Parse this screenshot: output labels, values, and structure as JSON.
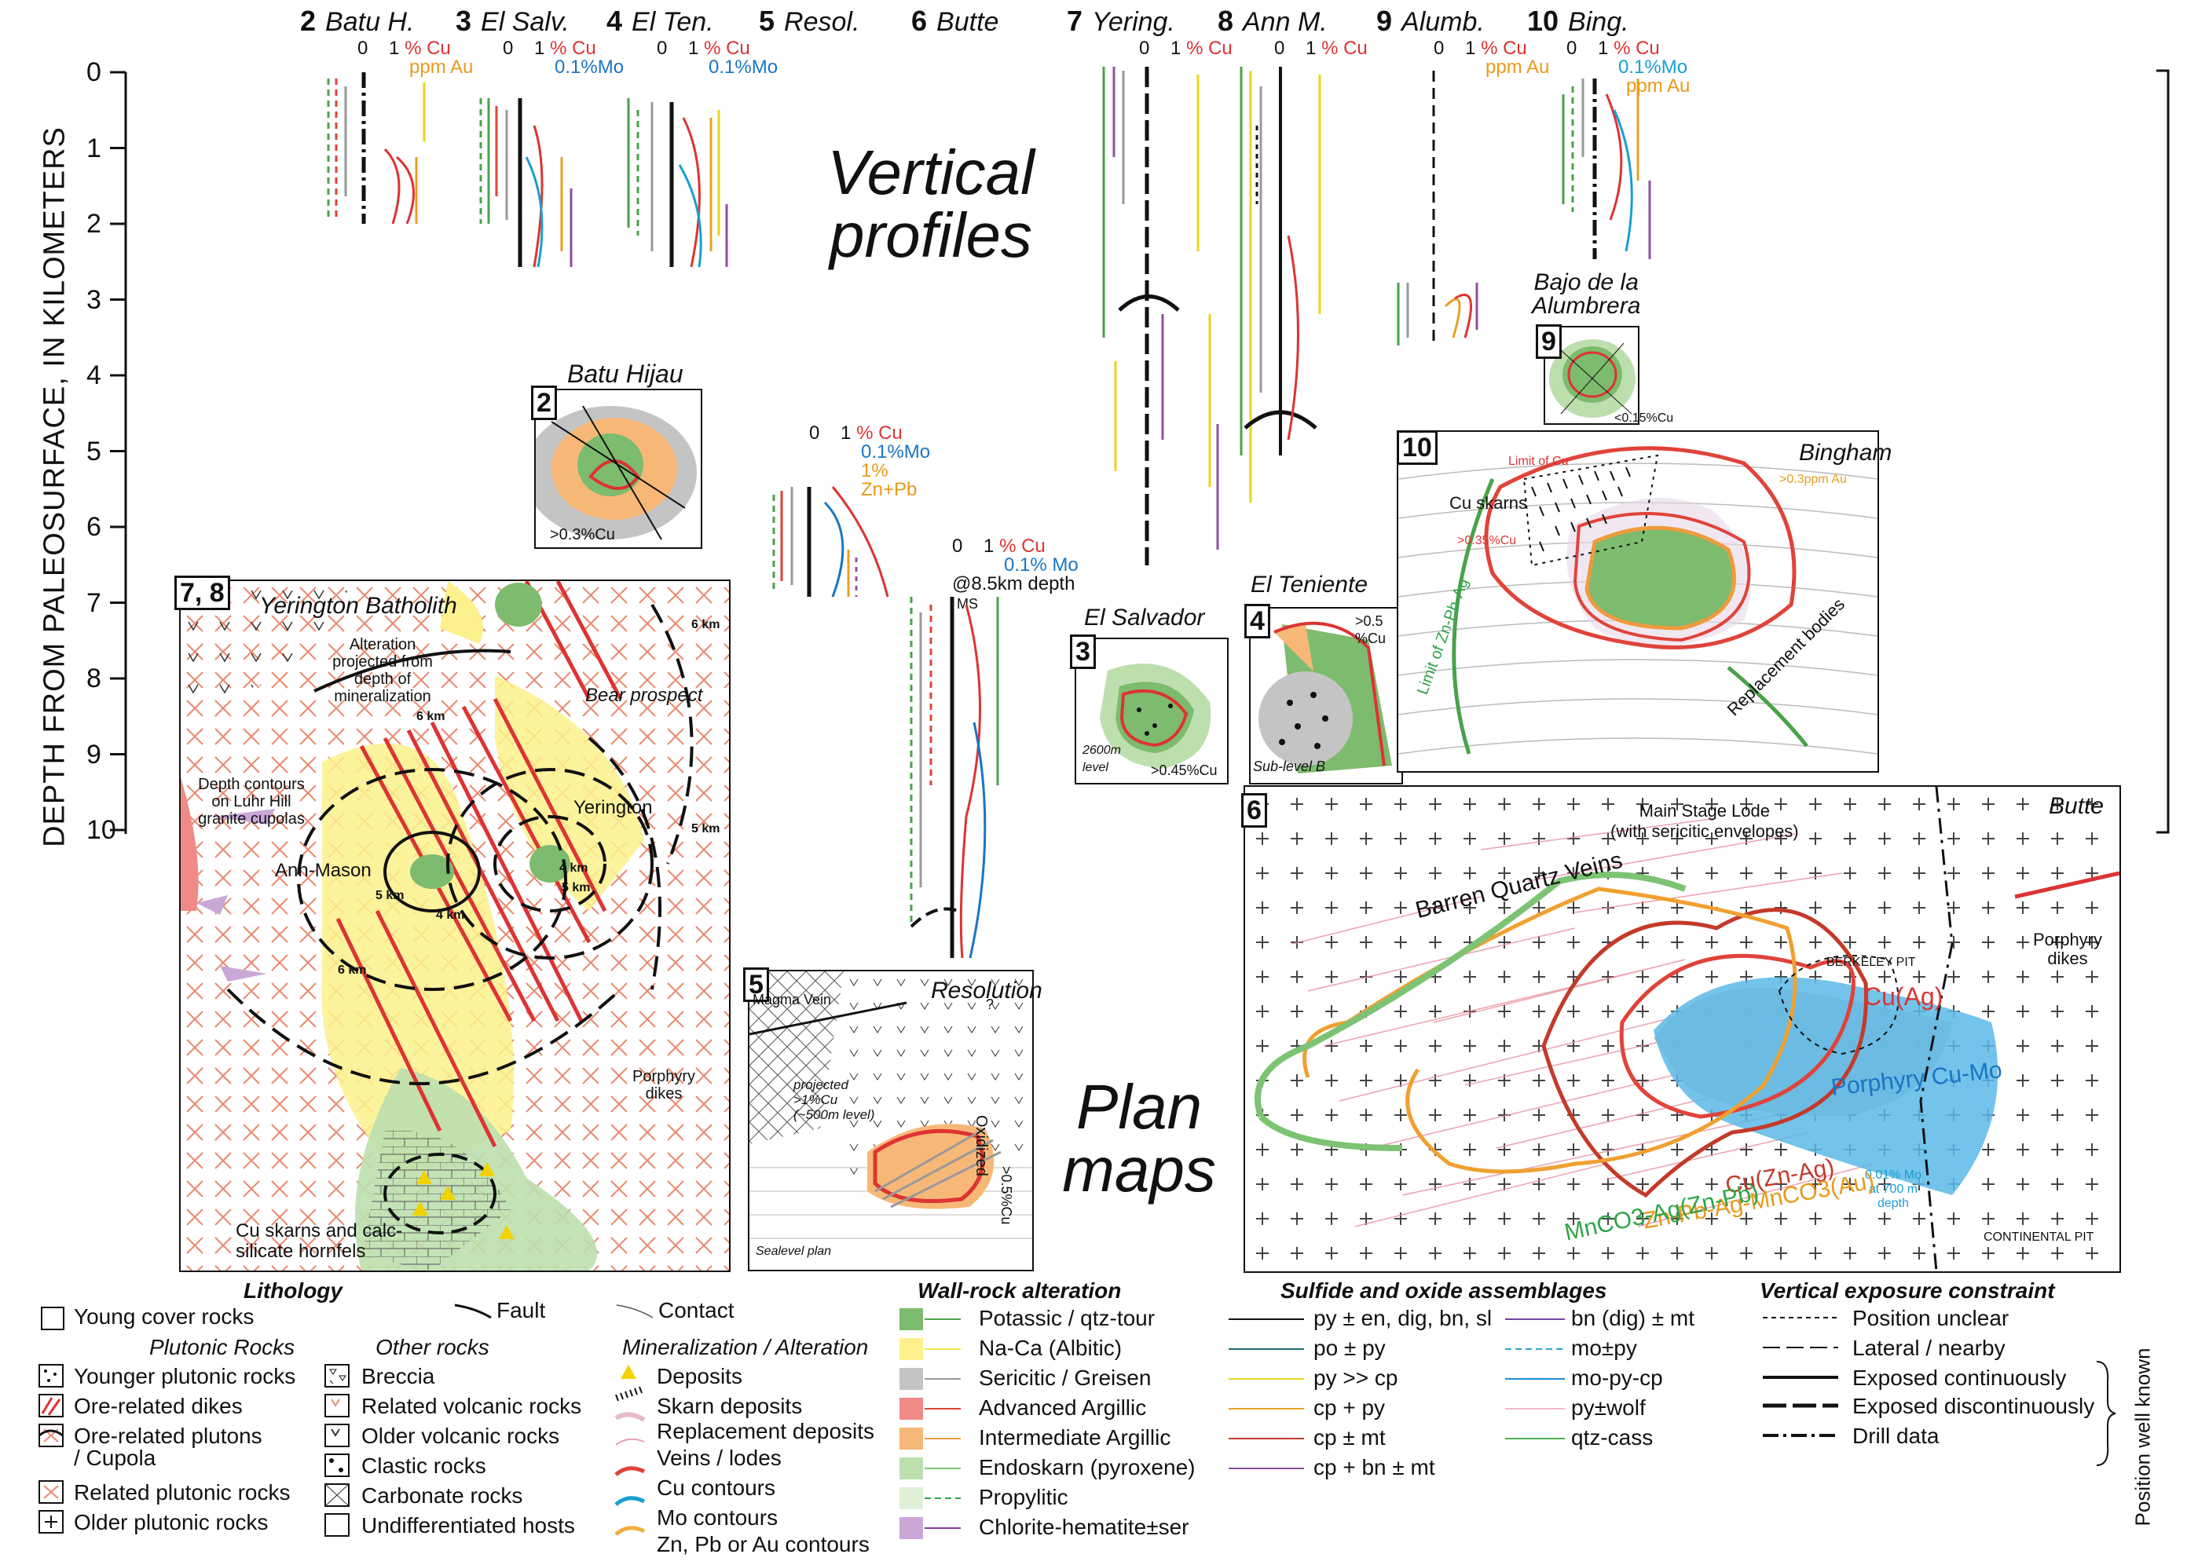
{
  "y_axis": {
    "label": "DEPTH FROM PALEOSURFACE, IN KILOMETERS",
    "ticks": [
      "0",
      "1",
      "2",
      "3",
      "4",
      "5",
      "6",
      "7",
      "8",
      "9",
      "10"
    ]
  },
  "titles": {
    "vertical_1": "Vertical",
    "vertical_2": "profiles",
    "plan_1": "Plan",
    "plan_2": "maps"
  },
  "profiles": [
    {
      "num": "2",
      "name": "Batu H."
    },
    {
      "num": "3",
      "name": "El Salv."
    },
    {
      "num": "4",
      "name": "El Ten."
    },
    {
      "num": "5",
      "name": "Resol."
    },
    {
      "num": "6",
      "name": "Butte"
    },
    {
      "num": "7",
      "name": "Yering."
    },
    {
      "num": "8",
      "name": "Ann M."
    },
    {
      "num": "9",
      "name": "Alumb."
    },
    {
      "num": "10",
      "name": "Bing."
    }
  ],
  "scales": {
    "zero": "0",
    "one": "1",
    "cu": "% Cu",
    "au": "ppm Au",
    "mo": "0.1%Mo",
    "mo_sp": "0.1% Mo",
    "znpb": "Zn+Pb",
    "one_pct": "1%",
    "depth_note": "@8.5km depth",
    "au_sp": "ppm Au",
    "ms": "MS"
  },
  "panels": {
    "batu": {
      "num": "2",
      "title": "Batu Hijau",
      "n1": ">0.3%Cu"
    },
    "yer": {
      "num": "7, 8",
      "title": "Yerington Batholith",
      "n1": "Alteration projected from depth of mineralization",
      "n2": "Bear prospect",
      "n3": "Depth contours on Luhr Hill granite cupolas",
      "n4": "Yerington",
      "n5": "Ann-Mason",
      "n6": "Porphyry dikes",
      "n7": "Cu skarns and calc-silicate  hornfels",
      "k1": "6 km",
      "k2": "5 km",
      "k3": "4 km",
      "k4": "6 km",
      "k5": "5 km",
      "k6": "4 km",
      "k7": "5 km",
      "k8": "6 km"
    },
    "salv": {
      "num": "3",
      "title": "El Salvador",
      "n1": "2600m level",
      "n2": ">0.45%Cu"
    },
    "ten": {
      "num": "4",
      "title": "El Teniente",
      "n1": ">0.5 %Cu",
      "n2": "Sub-level B"
    },
    "alum": {
      "num": "9",
      "title1": "Bajo de la",
      "title2": "Alumbrera",
      "n1": "<0.15%Cu"
    },
    "bing": {
      "num": "10",
      "title": "Bingham",
      "n1": "Limit of Cu",
      "n2": ">0.3ppm Au",
      "n3": "Cu skarns",
      "n4": ">0.35%Cu",
      "n5": "Limit of Zn-Pb-Ag",
      "n6": "Replacement bodies"
    },
    "res": {
      "num": "5",
      "title": "Resolution",
      "n1": "Magma Vein",
      "n2": "projected >1%Cu (~500m level)",
      "n3": "Oxidized",
      "n4": ">0.5%Cu",
      "n5": "Sealevel plan",
      "n6": "?"
    },
    "butte": {
      "num": "6",
      "title": "Butte",
      "n1": "Main Stage Lode",
      "n2": "(with sericitic envelopes)",
      "n3": "Barren Quartz Veins",
      "n4": "BERKELEY PIT",
      "n5": "Cu(Ag)",
      "n6": "Porphyry dikes",
      "n7": "Porphyry Cu-Mo",
      "n8": "0.01% Mo at 700 m depth",
      "n9": "Cu(Zn-Ag)",
      "n10": "Zn-Pb-Ag-MnCO3(Au)",
      "n11": "MnCO3-Ag(Zn-Pb)",
      "n12": "CONTINENTAL PIT"
    }
  },
  "legend": {
    "lith_head": "Lithology",
    "young_cover": "Young cover rocks",
    "plutonic_head": "Plutonic Rocks",
    "plutonic": [
      "Younger plutonic rocks",
      "Ore-related dikes",
      "Ore-related plutons",
      "/ Cupola",
      "Related plutonic rocks",
      "Older plutonic rocks"
    ],
    "other_head": "Other rocks",
    "other": [
      "Breccia",
      "Related volcanic rocks",
      "Older volcanic rocks",
      "Clastic rocks",
      "Carbonate rocks",
      "Undifferentiated hosts"
    ],
    "fault": "Fault",
    "contact": "Contact",
    "min_head": "Mineralization / Alteration",
    "min": [
      "Deposits",
      "Skarn deposits",
      "Replacement deposits",
      "Veins / lodes",
      "Cu contours",
      "Mo contours",
      "Zn, Pb or Au contours"
    ],
    "wall_head": "Wall-rock alteration",
    "wall": [
      "Potassic / qtz-tour",
      "Na-Ca (Albitic)",
      "Sericitic / Greisen",
      "Advanced Argillic",
      "Intermediate Argillic",
      "Endoskarn (pyroxene)",
      "Propylitic",
      "Chlorite-hematite±ser"
    ],
    "wall_colors": [
      "#7dbb6e",
      "#fcf18c",
      "#c4c4c4",
      "#f08a86",
      "#f7b877",
      "#bddfae",
      "#def0d6",
      "#c9a8d8"
    ],
    "wall_line_colors": [
      "#49a24a",
      "#f1e34a",
      "#999999",
      "#e0433a",
      "#ee9a3e",
      "#7cc373",
      "#2fa548",
      "#8b3aa0"
    ],
    "sulf_head": "Sulfide and oxide assemblages",
    "sulf_left": [
      "py ± en, dig, bn, sl",
      "po ± py",
      "py >> cp",
      "cp + py",
      "cp ± mt",
      "cp + bn ± mt"
    ],
    "sulf_left_colors": [
      "#111111",
      "#1d6b6b",
      "#e8d51a",
      "#e8a020",
      "#c33a2a",
      "#8f4fa0"
    ],
    "sulf_right": [
      "bn (dig) ± mt",
      "mo±py",
      "mo-py-cp",
      "py±wolf",
      "qtz-cass"
    ],
    "sulf_right_colors": [
      "#7a3fa0",
      "#2aa6c8",
      "#1a8fd0",
      "#f2b8c8",
      "#4cae4c"
    ],
    "vert_head": "Vertical exposure constraint",
    "vert": [
      "Position unclear",
      "Lateral / nearby",
      "Exposed continuously",
      "Exposed discontinuously",
      "Drill data"
    ],
    "known": "Position well known"
  }
}
